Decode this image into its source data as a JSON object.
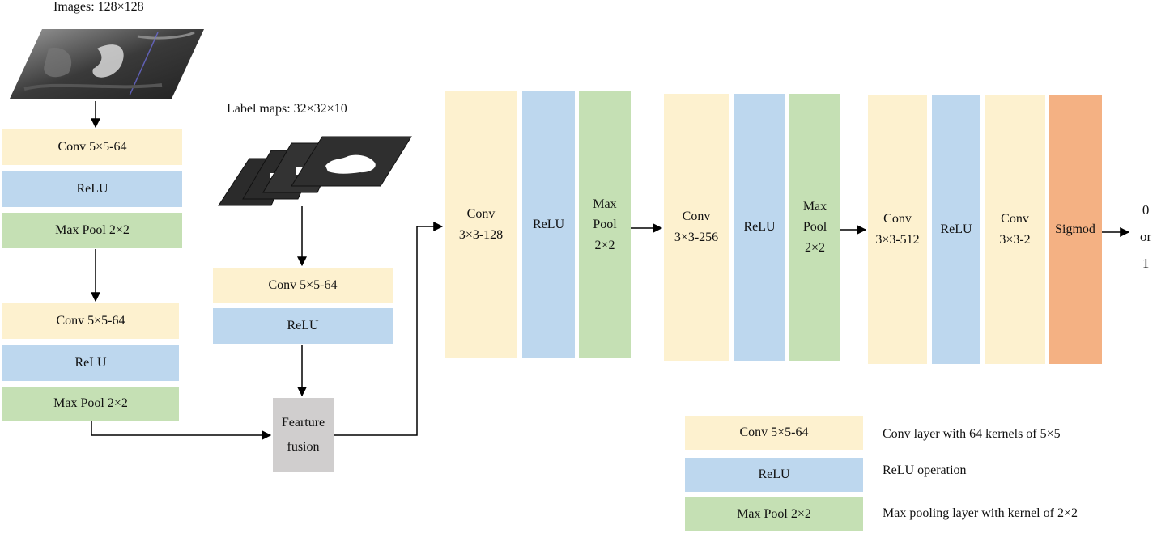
{
  "inputs": {
    "images_label": "Images: 128×128",
    "label_maps_label": "Label maps: 32×32×10"
  },
  "left_branch": {
    "conv1": "Conv 5×5-64",
    "relu1": "ReLU",
    "pool1": "Max Pool 2×2",
    "conv2": "Conv 5×5-64",
    "relu2": "ReLU",
    "pool2": "Max Pool 2×2"
  },
  "mid_branch": {
    "conv": "Conv 5×5-64",
    "relu": "ReLU"
  },
  "fusion": "Fearture\nfusion",
  "main_net": {
    "conv128": "Conv\n3×3-128",
    "relu_a": "ReLU",
    "pool_a": "Max\nPool\n2×2",
    "conv256": "Conv\n3×3-256",
    "relu_b": "ReLU",
    "pool_b": "Max\nPool\n2×2",
    "conv512": "Conv\n3×3-512",
    "relu_c": "ReLU",
    "conv2": "Conv\n3×3-2",
    "sigmoid": "Sigmod"
  },
  "output": "0\nor\n1",
  "legend": [
    {
      "box": "Conv 5×5-64",
      "desc": "Conv layer with 64 kernels of 5×5"
    },
    {
      "box": "ReLU",
      "desc": "ReLU operation"
    },
    {
      "box": "Max Pool 2×2",
      "desc": "Max pooling layer with kernel of 2×2"
    }
  ],
  "colors": {
    "conv": "#fdf1cf",
    "relu": "#bdd7ee",
    "pool": "#c5e0b4",
    "fusion": "#d0cece",
    "sigmoid": "#f4b183"
  }
}
